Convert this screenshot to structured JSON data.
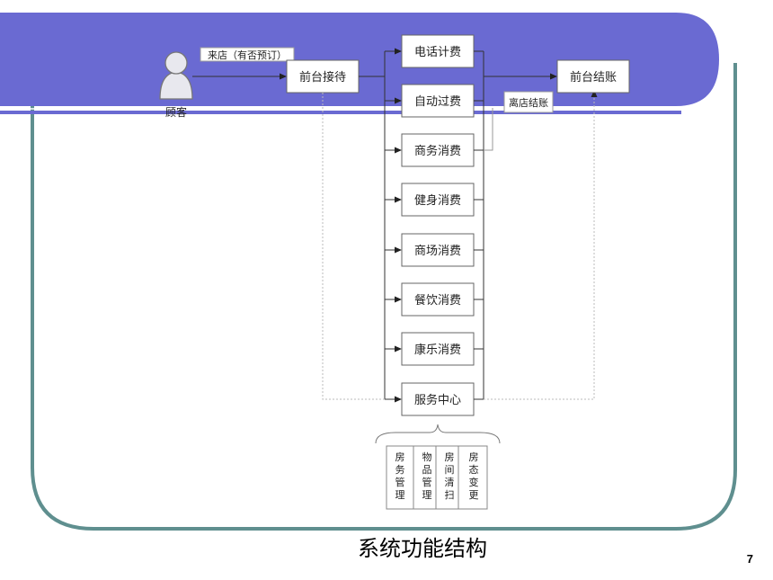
{
  "colors": {
    "banner": "#6a6ad2",
    "frame": "#5f8f8f",
    "node_border": "#666666",
    "line": "#555555",
    "dotted": "#bbbbbb"
  },
  "diagram": {
    "customer_label": "顾客",
    "arrival_label": "来店（有否预订）",
    "reception": "前台接待",
    "checkout": "前台结账",
    "leave_checkout": "离店结账",
    "services": [
      "电话计费",
      "自动过费",
      "商务消费",
      "健身消费",
      "商场消费",
      "餐饮消费",
      "康乐消费",
      "服务中心"
    ],
    "sub_services": [
      "房务管理",
      "物品管理",
      "房间清扫",
      "房态变更"
    ]
  },
  "caption": "系统功能结构",
  "page_number": "7"
}
